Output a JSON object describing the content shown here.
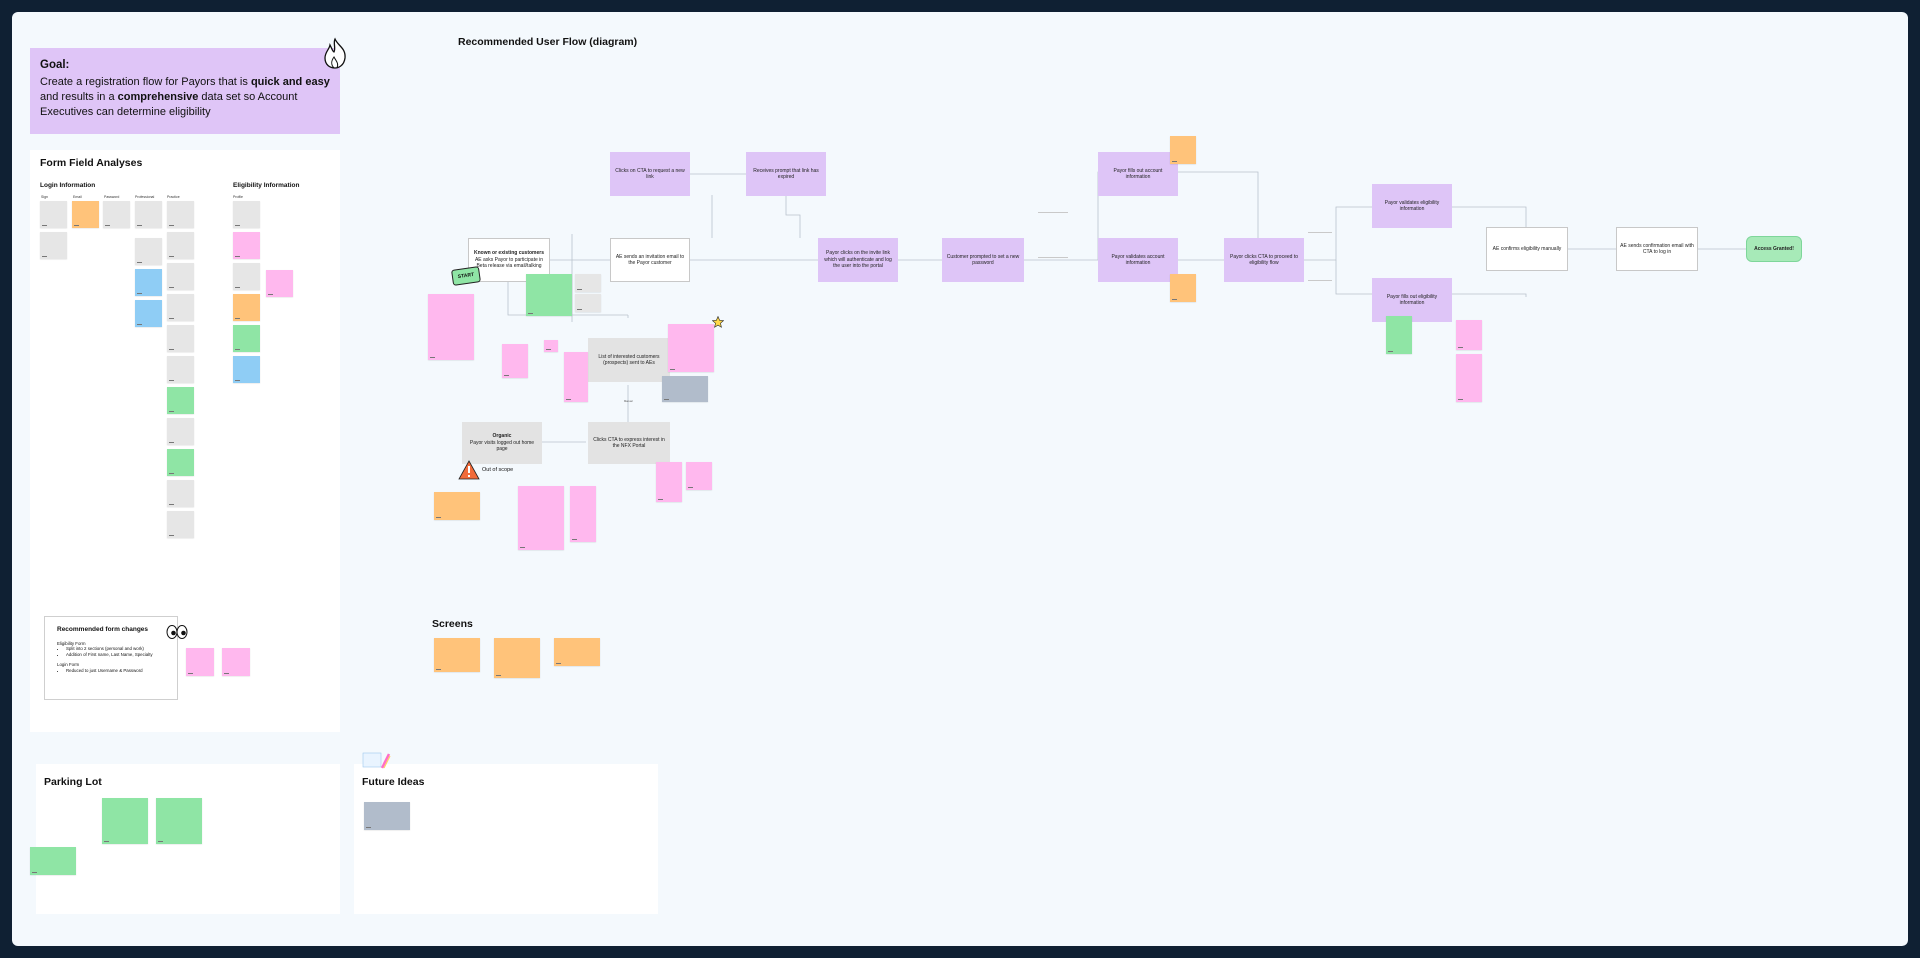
{
  "goal": {
    "heading": "Goal:",
    "text_1": "Create a registration flow for Payors that is ",
    "bold_1": "quick and easy",
    "text_2": " and results in a ",
    "bold_2": "comprehensive",
    "text_3": " data set so Account Executives can determine eligibility"
  },
  "form_field_analyses": {
    "title": "Form Field Analyses",
    "login_title": "Login Information",
    "eligibility_title": "Eligibility Information",
    "columns": [
      "Sign",
      "Email",
      "Password",
      "Professional",
      "Practice"
    ],
    "profile_label": "Profile"
  },
  "recommended_changes": {
    "title": "Recommended form changes",
    "eligibility_label": "Eligibility Form",
    "eligibility_items": [
      "Split into 2 sections (personal and work)",
      "Addition of First name, Last Name, Specialty"
    ],
    "login_label": "Login Form",
    "login_items": [
      "Reduced to just Username & Password"
    ]
  },
  "user_flow": {
    "title": "Recommended User Flow (diagram)",
    "nodes": {
      "known": "Known or existing customers",
      "known_sub": "AE asks Payor to participate in Beta release via email/talking",
      "invite": "AE sends an invitation email to the Payor customer",
      "cta_new_link": "Clicks on CTA to request a new link",
      "expired": "Receives prompt that link has expired",
      "invite_click": "Payor clicks on the invite link which will authenticate and log the user into the portal",
      "set_password": "Customer prompted to set a new password",
      "fill_account": "Payor fills out account information",
      "validate_account": "Payor validates account information",
      "proceed_eligibility": "Payor clicks CTA to proceed to eligibility flow",
      "validate_eligibility": "Payor validates eligibility information",
      "fill_eligibility": "Payor fills out eligibility information",
      "ae_confirm": "AE confirms eligibility manually",
      "ae_sends": "AE sends confirmation email with CTA to log in",
      "access": "Access Granted!",
      "interested": "List of interested customers (prospects) sent to AEs",
      "organic": "Organic",
      "organic_sub": "Payor visits logged out home page",
      "express": "Clicks CTA to express interest in the NFX Portal",
      "out_of_scope": "Out of scope",
      "manual": "Manual"
    },
    "sticker_start": "START"
  },
  "screens": {
    "title": "Screens"
  },
  "parking_lot": {
    "title": "Parking Lot"
  },
  "future_ideas": {
    "title": "Future Ideas"
  },
  "colors": {
    "purple": "#dec5f7",
    "pink": "#ffb8ee",
    "orange": "#ffc37a",
    "green": "#8fe5a5",
    "blue": "#8fcdf5",
    "background": "#0f2033"
  }
}
